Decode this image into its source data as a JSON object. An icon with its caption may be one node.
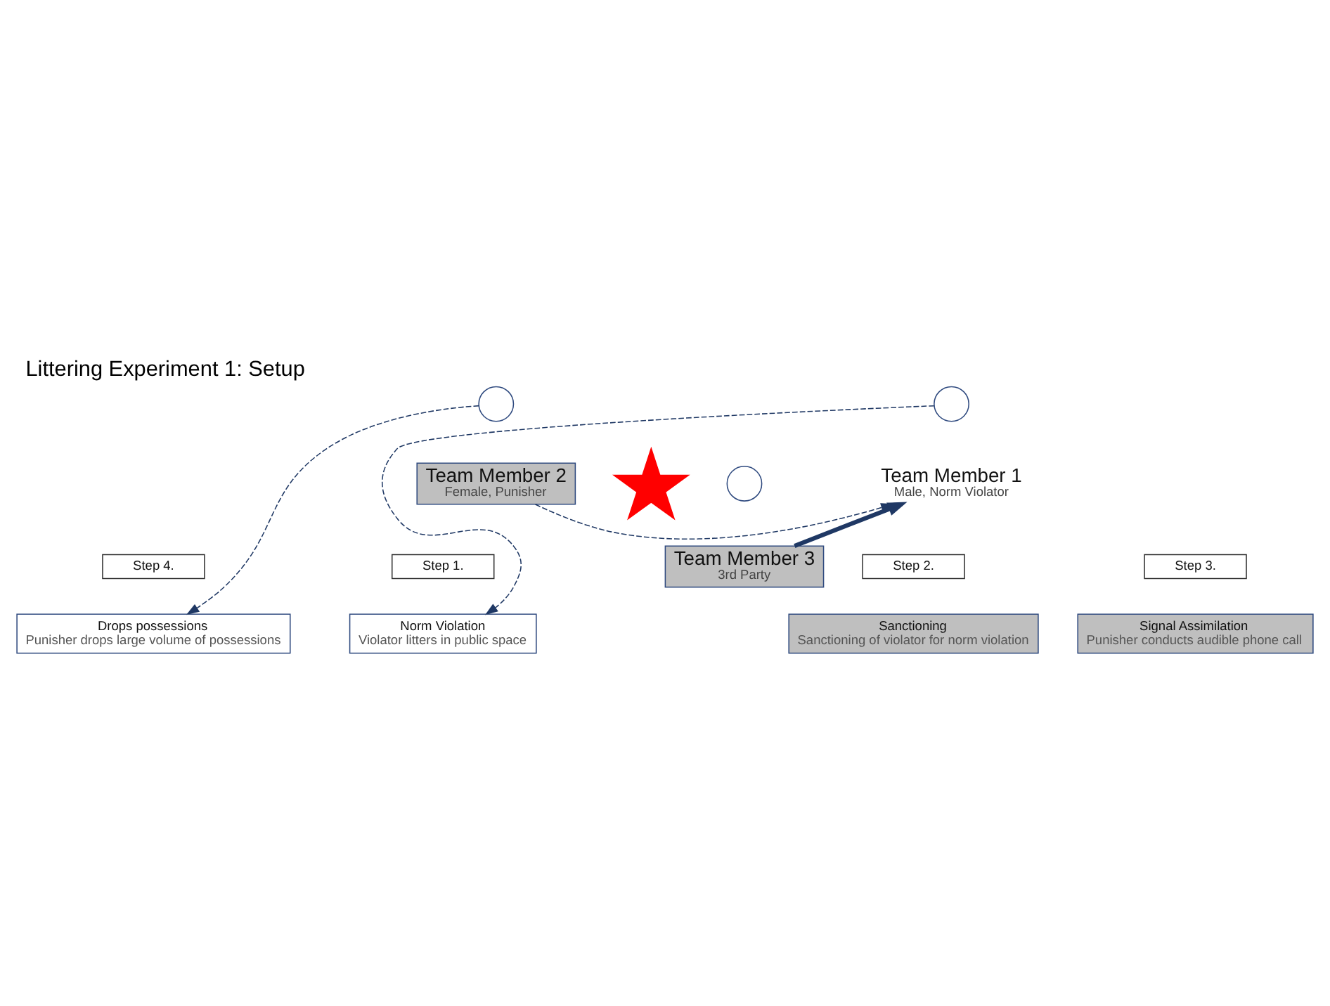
{
  "diagram": {
    "title": "Littering Experiment 1: Setup",
    "nodes": [
      {
        "text": [
          "Step 4."
        ]
      },
      {
        "text": [
          "Drops possessions",
          "Punisher drops large volume of possessions"
        ]
      },
      {
        "text": [
          "Step 3."
        ]
      },
      {
        "text": [
          "Signal Assimilation",
          "Punisher conducts audible phone call"
        ]
      },
      {
        "text": [
          "Step 1."
        ]
      },
      {
        "text": [
          "Norm Violation",
          "Violator litters in public space"
        ]
      },
      {
        "text": [],
        "shape": "circle"
      },
      {
        "text": [
          "Team Member 2",
          "Female, Punisher"
        ]
      },
      {
        "text": [],
        "shape": "circle"
      },
      {
        "text": [],
        "shape": "circle"
      },
      {
        "text": [
          "Team Member 1",
          "Male, Norm Violator"
        ]
      },
      {
        "text": [
          "Team Member 3",
          "3rd Party"
        ]
      },
      {
        "text": [
          "Step 2."
        ]
      },
      {
        "text": [
          "Sanctioning",
          "Sanctioning of violator for norm violation"
        ]
      },
      {
        "text": [],
        "shape": "cross"
      }
    ],
    "edges": [
      {
        "from": 8,
        "to": 5,
        "arrow": "to",
        "style": "dashed"
      },
      {
        "from": 6,
        "to": 1,
        "arrow": "to",
        "style": "dashed"
      },
      {
        "from": 7,
        "to": 10,
        "arrow": "to",
        "style": "dashed"
      },
      {
        "from": 11,
        "to": 10,
        "arrow": "to",
        "style": "thick"
      }
    ]
  }
}
